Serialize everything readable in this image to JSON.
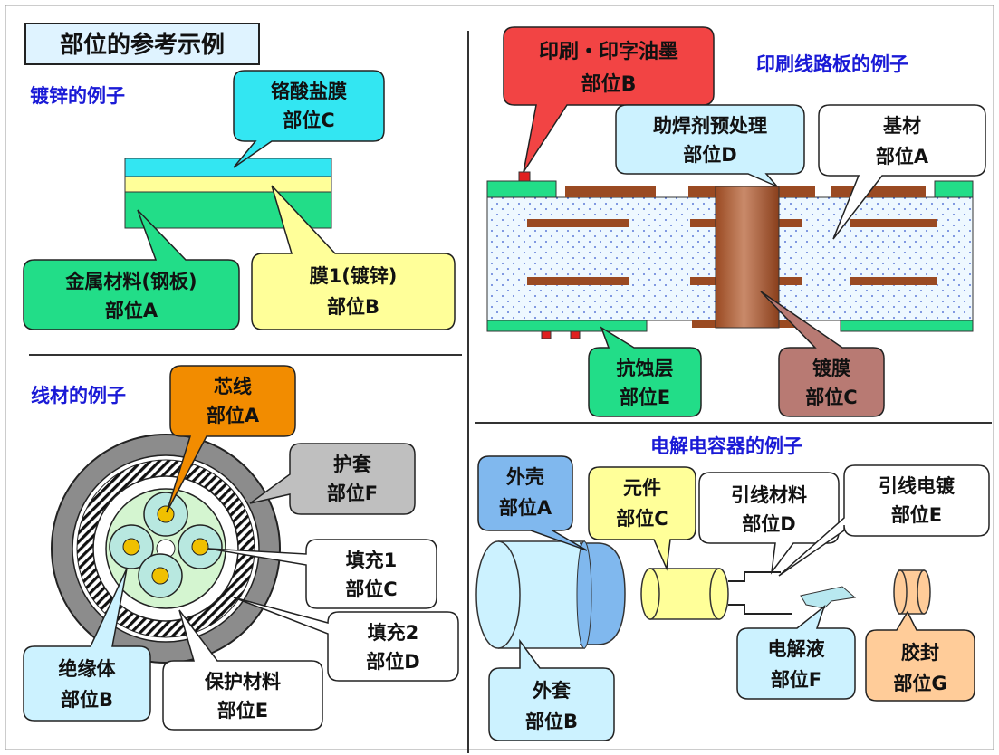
{
  "page_title": "部位的参考示例",
  "galvanized": {
    "title": "镀锌的例子",
    "chromate": {
      "line1": "铬酸盐膜",
      "line2": "部位C"
    },
    "metal": {
      "line1": "金属材料(钢板)",
      "line2": "部位A"
    },
    "film": {
      "line1": "膜1(镀锌)",
      "line2": "部位B"
    }
  },
  "pcb": {
    "title": "印刷线路板的例子",
    "ink": {
      "line1": "印刷・印字油墨",
      "line2": "部位B"
    },
    "flux": {
      "line1": "助焊剂预处理",
      "line2": "部位D"
    },
    "base": {
      "line1": "基材",
      "line2": "部位A"
    },
    "resist": {
      "line1": "抗蚀层",
      "line2": "部位E"
    },
    "plating": {
      "line1": "镀膜",
      "line2": "部位C"
    }
  },
  "wire": {
    "title": "线材的例子",
    "core": {
      "line1": "芯线",
      "line2": "部位A"
    },
    "jacket": {
      "line1": "护套",
      "line2": "部位F"
    },
    "filler1": {
      "line1": "填充1",
      "line2": "部位C"
    },
    "filler2": {
      "line1": "填充2",
      "line2": "部位D"
    },
    "insulator": {
      "line1": "绝缘体",
      "line2": "部位B"
    },
    "protective": {
      "line1": "保护材料",
      "line2": "部位E"
    }
  },
  "capacitor": {
    "title": "电解电容器的例子",
    "case": {
      "line1": "外壳",
      "line2": "部位A"
    },
    "element": {
      "line1": "元件",
      "line2": "部位C"
    },
    "lead_material": {
      "line1": "引线材料",
      "line2": "部位D"
    },
    "lead_plating": {
      "line1": "引线电镀",
      "line2": "部位E"
    },
    "sleeve": {
      "line1": "外套",
      "line2": "部位B"
    },
    "electrolyte": {
      "line1": "电解液",
      "line2": "部位F"
    },
    "seal": {
      "line1": "胶封",
      "line2": "部位G"
    }
  },
  "colors": {
    "cyan": "#33e6f2",
    "yellow": "#ffff99",
    "green": "#22dd88",
    "red": "#f24444",
    "lightblue": "#ccf2ff",
    "brown": "#b87a73",
    "orange": "#f28c00",
    "gray": "#bfbfbf",
    "peach": "#ffcc99",
    "blue_title": "#1a1ad6"
  }
}
